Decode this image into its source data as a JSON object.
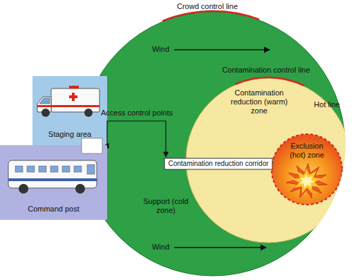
{
  "diagram": {
    "nodes": [
      {
        "text": [
          "Support (cold zone)"
        ]
      },
      {
        "text": [
          "Contamination reduction (warm) zone"
        ],
        "in": 0
      },
      {
        "text": [
          "Exclusion (hot) zone"
        ],
        "in": 1
      },
      {
        "text": [
          "Contamination reduction corridor"
        ],
        "in": 0
      },
      {
        "text": [
          "Staging area"
        ]
      },
      {
        "text": [
          "Command post"
        ]
      }
    ],
    "labels": [
      "Crowd control line",
      "Wind",
      "Contamination control line",
      "Hot line",
      "Access control points",
      "Wind"
    ]
  }
}
